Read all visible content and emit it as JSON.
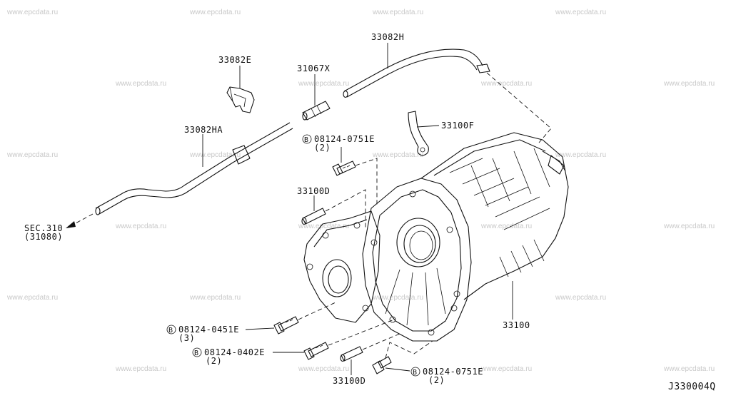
{
  "watermark": "www.epcdata.ru",
  "diagram_code": "J330004Q",
  "callouts": {
    "p33082H": "33082H",
    "p33082E": "33082E",
    "p31067X": "31067X",
    "p33100F": "33100F",
    "p33082HA": "33082HA",
    "bolt0751_top": "08124-0751E",
    "bolt0751_top_qty": "(2)",
    "p33100D_top": "33100D",
    "sec_ref": "SEC.310",
    "sec_ref_part": "(31080)",
    "p33100": "33100",
    "bolt0451": "08124-0451E",
    "bolt0451_qty": "(3)",
    "bolt0402": "08124-0402E",
    "bolt0402_qty": "(2)",
    "bolt0751_bot": "08124-0751E",
    "bolt0751_bot_qty": "(2)",
    "p33100D_bot": "33100D",
    "bolt_marker": "B"
  }
}
